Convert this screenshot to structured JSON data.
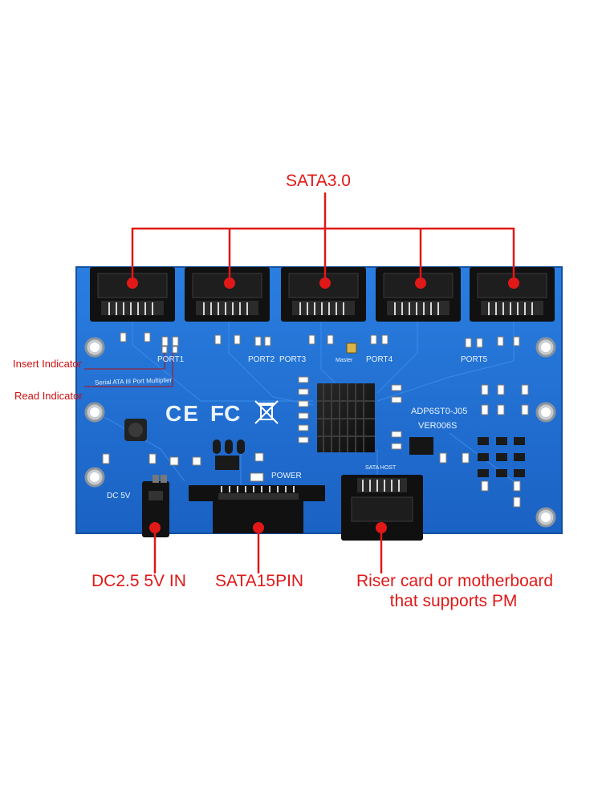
{
  "callouts": {
    "top": "SATA3.0",
    "insert_indicator": "Insert Indicator",
    "read_indicator": "Read Indicator",
    "dc_in": "DC2.5 5V IN",
    "sata15": "SATA15PIN",
    "host_line1": "Riser card or motherboard",
    "host_line2": "that supports PM"
  },
  "board": {
    "port_labels": [
      "PORT1",
      "PORT2",
      "PORT3",
      "PORT4",
      "PORT5"
    ],
    "subtitle": "Serial ATA III Port Multiplier",
    "model": "ADP6ST0-J05",
    "version": "VER006S",
    "power_label": "POWER",
    "sata_host_label": "SATA HOST",
    "dc_label": "DC 5V",
    "master_label": "Master",
    "ce_mark": "CE",
    "fc_mark": "FC"
  },
  "colors": {
    "board": "#1f6fd1",
    "accent": "#e01818"
  }
}
